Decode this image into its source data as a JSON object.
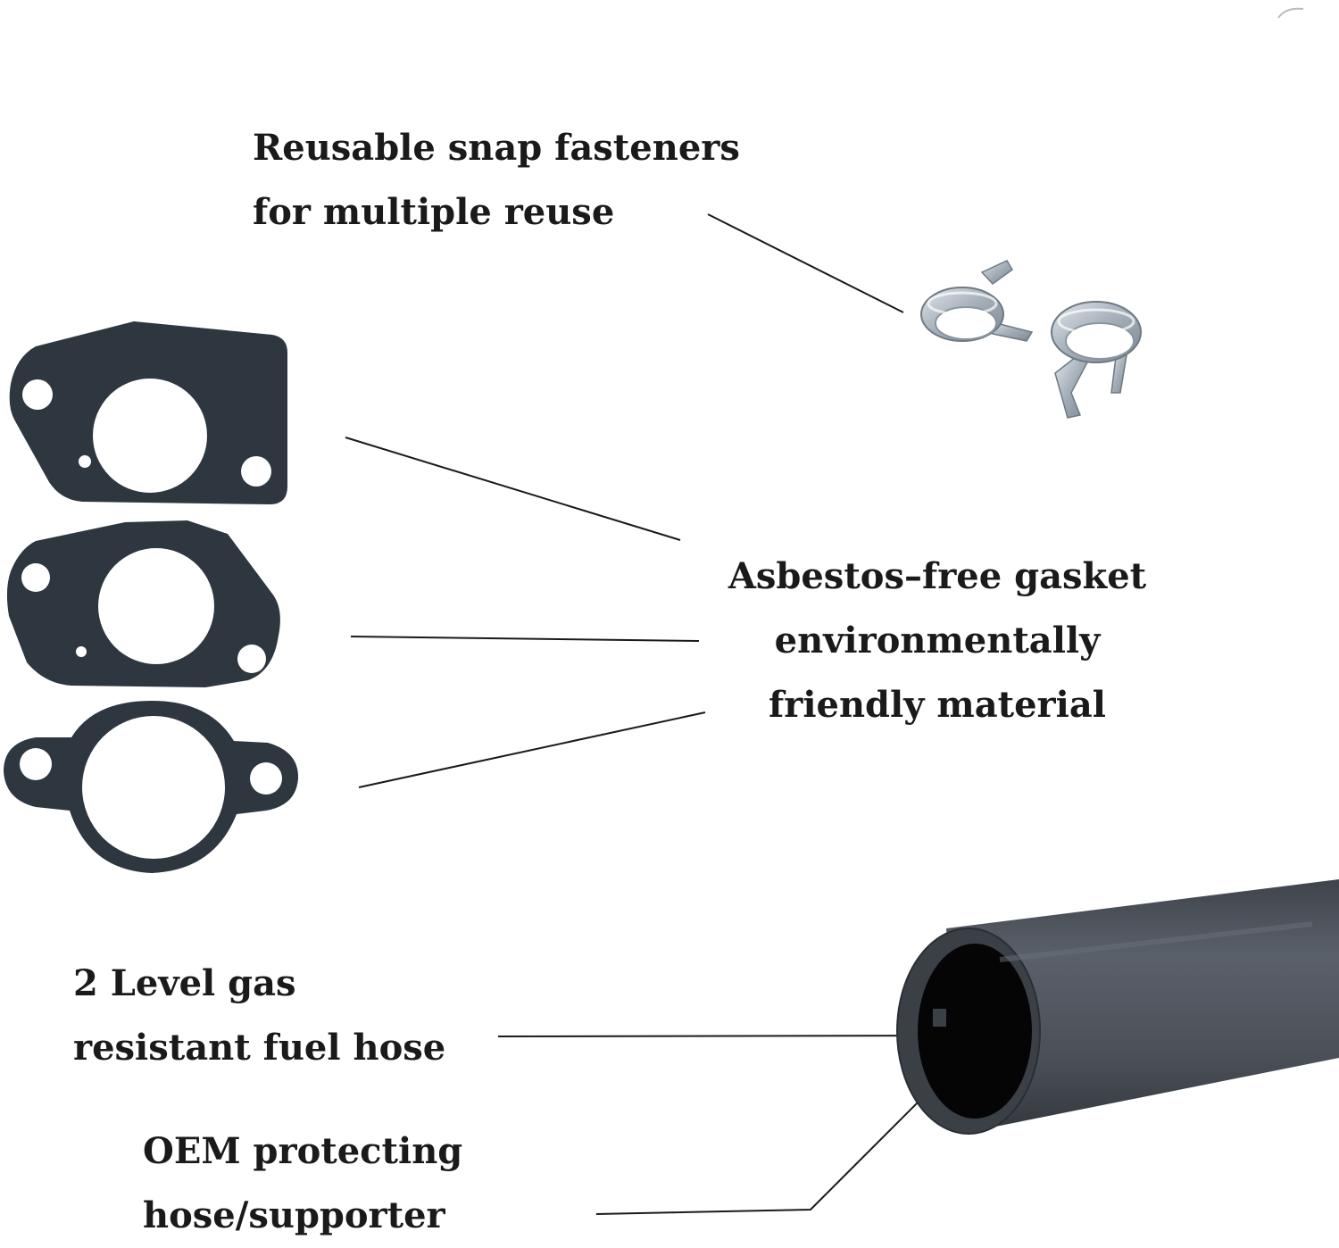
{
  "labels": {
    "clips": {
      "line1": "Reusable snap fasteners",
      "line2": "for multiple reuse"
    },
    "gasket": {
      "line1": "Asbestos–free gasket",
      "line2": "environmentally",
      "line3": "friendly material"
    },
    "hose": {
      "line1": "2 Level gas",
      "line2": "resistant fuel hose"
    },
    "sleeve": {
      "line1": "OEM protecting",
      "line2": "hose/supporter"
    }
  },
  "colors": {
    "background": "#ffffff",
    "text": "#1a1a1a",
    "gasket": "#2e3640",
    "hose": "#4a4f57",
    "clip_metal": "#a9b3bd"
  }
}
